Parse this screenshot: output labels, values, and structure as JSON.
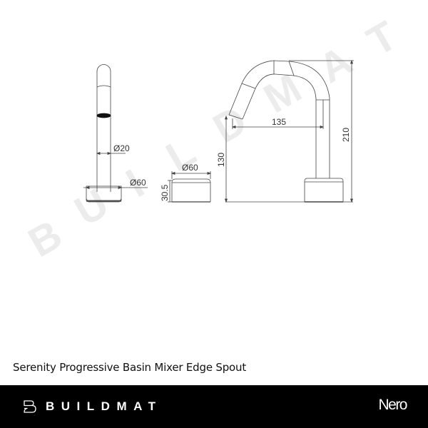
{
  "watermark": {
    "text": "BUILDMAT",
    "letters": [
      "B",
      "U",
      "I",
      "L",
      "D",
      "M",
      "A",
      "T"
    ],
    "color": "#ececec"
  },
  "drawing": {
    "line_color": "#444444",
    "views": [
      {
        "name": "side-view",
        "dimensions": {
          "spout_diameter": "Ø20",
          "base_diameter": "Ø60"
        }
      },
      {
        "name": "handle-view",
        "dimensions": {
          "diameter": "Ø60",
          "height": "30.5"
        }
      },
      {
        "name": "front-view",
        "dimensions": {
          "reach": "135",
          "spout_height": "130",
          "overall_height": "210"
        }
      }
    ],
    "labels": {
      "d20": "Ø20",
      "d60_base": "Ø60",
      "d60_handle": "Ø60",
      "h30_5": "30.5",
      "h130": "130",
      "reach135": "135",
      "h210": "210"
    }
  },
  "product": {
    "title": "Serenity Progressive Basin Mixer Edge Spout"
  },
  "footer": {
    "brand_name": "BUILDMAT",
    "supplier": "Nero",
    "background": "#000000"
  }
}
